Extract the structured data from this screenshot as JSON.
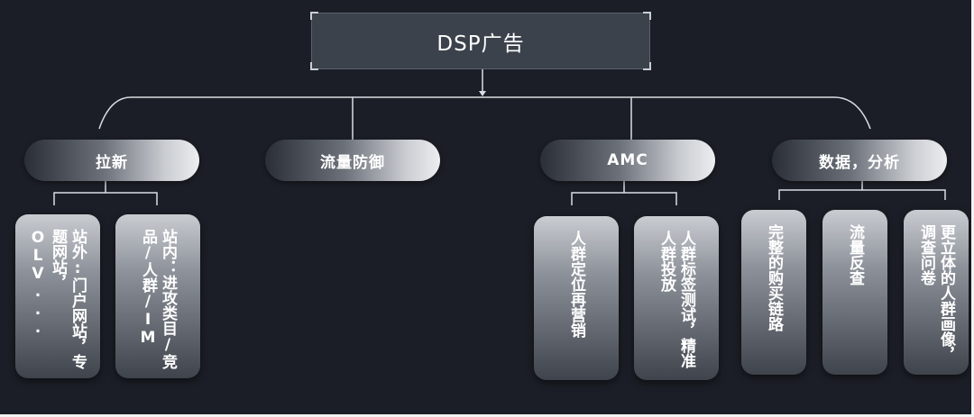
{
  "root": {
    "label": "DSP广告"
  },
  "branches": [
    {
      "label": "拉新",
      "children": [
        "站外:门户网站，专题网站，OLV...",
        "站内：进攻类目/竞品/人群/IM"
      ]
    },
    {
      "label": "流量防御",
      "children": []
    },
    {
      "label": "AMC",
      "children": [
        "人群定位再营销",
        "人群标签测试，精准人群投放"
      ]
    },
    {
      "label": "数据，分析",
      "children": [
        "完整的购买链路",
        "流量反查",
        "更立体的人群画像，调查问卷"
      ]
    }
  ],
  "colors": {
    "background": "#1b1e26",
    "root_fill": "#3c424c",
    "connector": "#d9dde3",
    "pill_gradient_end": "#eceef0"
  }
}
